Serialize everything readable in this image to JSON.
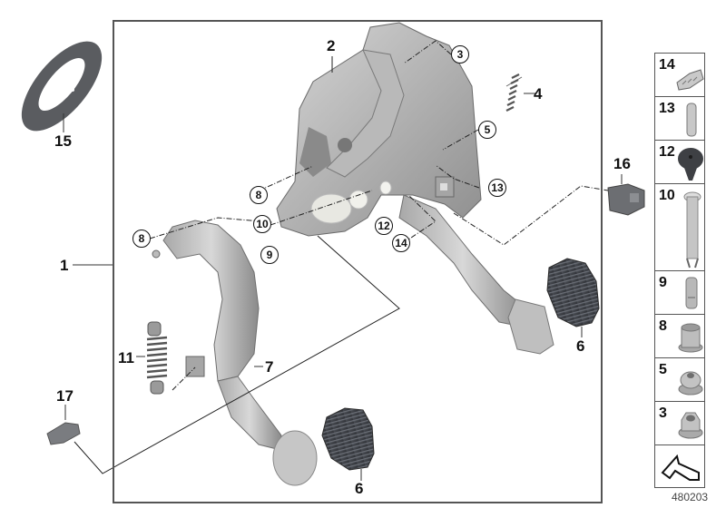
{
  "diagram": {
    "title": "Pedal assembly parts diagram",
    "catalog_code": "480203",
    "main_labels": [
      {
        "id": "1",
        "text": "1"
      },
      {
        "id": "2",
        "text": "2"
      },
      {
        "id": "4",
        "text": "4"
      },
      {
        "id": "6a",
        "text": "6"
      },
      {
        "id": "6b",
        "text": "6"
      },
      {
        "id": "7",
        "text": "7"
      },
      {
        "id": "11",
        "text": "11"
      },
      {
        "id": "15",
        "text": "15"
      },
      {
        "id": "16",
        "text": "16"
      },
      {
        "id": "17",
        "text": "17"
      }
    ],
    "circled_labels": [
      {
        "id": "3",
        "text": "3"
      },
      {
        "id": "5",
        "text": "5"
      },
      {
        "id": "8a",
        "text": "8"
      },
      {
        "id": "8b",
        "text": "8"
      },
      {
        "id": "9",
        "text": "9"
      },
      {
        "id": "10",
        "text": "10"
      },
      {
        "id": "12",
        "text": "12"
      },
      {
        "id": "13",
        "text": "13"
      },
      {
        "id": "14",
        "text": "14"
      }
    ],
    "side_parts": [
      {
        "label": "14",
        "part": "clip"
      },
      {
        "label": "13",
        "part": "pin"
      },
      {
        "label": "12",
        "part": "rivet-plug"
      },
      {
        "label": "10",
        "part": "long-pin"
      },
      {
        "label": "9",
        "part": "short-pin"
      },
      {
        "label": "8",
        "part": "bushing"
      },
      {
        "label": "5",
        "part": "grommet"
      },
      {
        "label": "3",
        "part": "hex-nut"
      },
      {
        "label": "",
        "part": "direction-arrow"
      }
    ],
    "parts": {
      "gasket": "15",
      "bracket": "2",
      "spring": "4",
      "switch": "16",
      "clutch_pedal": "7",
      "damper_spring": "11",
      "pedal_pad": "6",
      "sensor": "17",
      "assembly": "1"
    },
    "colors": {
      "frame": "#555555",
      "part_light": "#c8c8c8",
      "part_mid": "#9a9a9a",
      "part_dark": "#555555",
      "rubber": "#3c3f44",
      "text": "#111111"
    }
  }
}
